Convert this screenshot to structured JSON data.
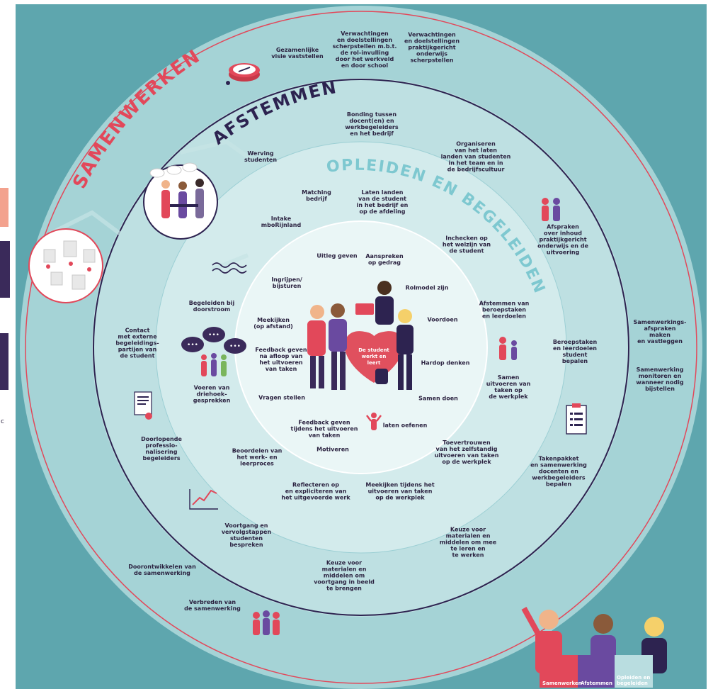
{
  "colors": {
    "background_square": "#5ea6ae",
    "outer_ring": "#a5d3d6",
    "middle_ring": "#bee0e2",
    "inner_ring": "#d3ebec",
    "core": "#eaf6f6",
    "accent_red": "#e2485a",
    "dark_purple": "#2d2350",
    "teal_text": "#7ec8d0",
    "heart": "#e0505e"
  },
  "rings": {
    "outer_title": "SAMENWERKEN",
    "middle_title": "AFSTEMMEN",
    "inner_title": "OPLEIDEN EN BEGELEIDEN"
  },
  "core": {
    "center_text": "De student\nwerkt en\nleert"
  },
  "labels": {
    "gezamenlijke": "Gezamenlijke\nvisie vaststellen",
    "verwachtingen_rol": "Verwachtingen\nen doelstellingen\nscherpstellen m.b.t.\nde rol-invulling\ndoor het werkveld\nen door school",
    "verwachtingen_onderwijs": "Verwachtingen\nen doelstellingen\npraktijkgericht\nonderwijs\nscherpstellen",
    "bonding": "Bonding tussen\ndocent(en) en\nwerkbegeleiders\nen het bedrijf",
    "werving": "Werving\nstudenten",
    "organiseren": "Organiseren\nvan het laten\nlanden van studenten\nin het team en in\nde bedrijfscultuur",
    "matching": "Matching\nbedrijf",
    "laten_landen": "Laten landen\nvan de student\nin het bedrijf en\nop de afdeling",
    "intake": "Intake\nmboRijnland",
    "afspraken_inhoud": "Afspraken\nover inhoud\npraktijkgericht\nonderwijs en de\nuitvoering",
    "inchecken": "Inchecken op\nhet welzijn van\nde student",
    "uitleg": "Uitleg geven",
    "aanspreken": "Aanspreken\nop gedrag",
    "ingrijpen": "Ingrijpen/\nbijsturen",
    "rolmodel": "Rolmodel zijn",
    "begeleiden_doorstroom": "Begeleiden bij\ndoorstroom",
    "afstemmen_beroepstaken": "Afstemmen van\nberoepstaken\nen leerdoelen",
    "meekijken_afstand": "Meekijken\n(op afstand)",
    "voordoen": "Voordoen",
    "samenwerkingsafspraken": "Samenwerkings-\nafspraken maken\nen vastleggen",
    "contact": "Contact\nmet externe\nbegeleidings-\npartijen van\nde student",
    "beroepstaken_bepalen": "Beroepstaken\nen leerdoelen\nstudent\nbepalen",
    "feedback_afloop": "Feedback geven\nna afloop van\nhet uitvoeren\nvan taken",
    "hardop": "Hardop denken",
    "samenwerking_monitoren": "Samenwerking\nmonitoren en\nwanneer nodig\nbijstellen",
    "samen_uitvoeren": "Samen\nuitvoeren van\ntaken op\nde werkplek",
    "voeren": "Voeren van\ndriehoek-\ngesprekken",
    "vragen": "Vragen stellen",
    "samen_doen": "Samen doen",
    "feedback_tijdens": "Feedback geven\ntijdens het uitvoeren\nvan taken",
    "laten_oefenen": "laten oefenen",
    "doorlopende": "Doorlopende\nprofessio-\nnalisering\nbegeleiders",
    "motiveren": "Motiveren",
    "toevertrouwen": "Toevertrouwen\nvan het zelfstandig\nuitvoeren van taken\nop de werkplek",
    "beoordelen": "Beoordelen van\nhet werk- en\nleerproces",
    "takenpakket": "Takenpakket\nen samenwerking\ndocenten en\nwerkbegeleiders\nbepalen",
    "reflecteren": "Reflecteren op\nen expliciteren van\nhet uitgevoerde werk",
    "meekijken_tijdens": "Meekijken tijdens het\nuitvoeren van taken\nop de werkplek",
    "voortgang": "Voortgang en\nvervolgstappen\nstudenten\nbespreken",
    "keuze_leren": "Keuze voor\nmaterialen en\nmiddelen om mee\nte leren en\nte werken",
    "doorontwikkelen": "Doorontwikkelen van\nde samenwerking",
    "keuze_voortgang": "Keuze voor\nmaterialen en\nmiddelen om\nvoortgang in beeld\nte brengen",
    "verbreden": "Verbreden van\nde samenwerking"
  },
  "legend": {
    "samenwerken": "Samenwerken",
    "afstemmen": "Afstemmen",
    "opleiden": "Opleiden en\nbegeleiden"
  },
  "icons": [
    "compass-icon",
    "people-chat-illustration",
    "village-illustration",
    "wave-icon",
    "chat-bubbles-icon",
    "document-certificate-icon",
    "line-chart-icon",
    "handshake-people-icon",
    "clipboard-checklist-icon",
    "people-group-icon",
    "student-figure-icon"
  ],
  "cutaway_text": {
    "left_fragment": "c"
  }
}
